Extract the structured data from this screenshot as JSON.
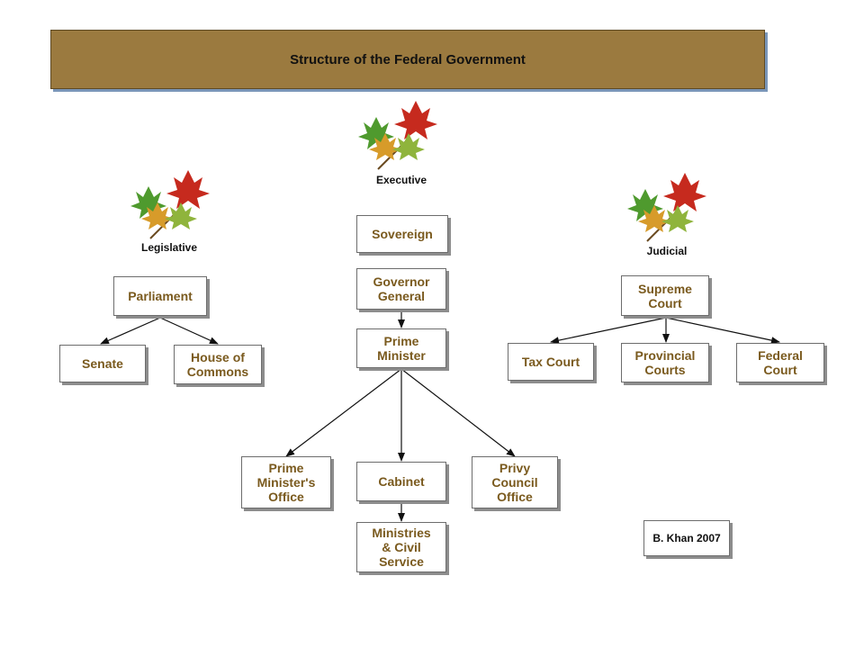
{
  "title": "Structure of the Federal Government",
  "colors": {
    "title_bar": "#9b7a3f",
    "node_text": "#7a5a1e",
    "leaf_red": "#c62a1e",
    "leaf_green": "#4f9a2e",
    "leaf_orange": "#d79b2a"
  },
  "branches": {
    "legislative": "Legislative",
    "executive": "Executive",
    "judicial": "Judicial"
  },
  "nodes": {
    "parliament": "Parliament",
    "senate": "Senate",
    "house_of_commons": "House of\nCommons",
    "sovereign": "Sovereign",
    "governor_general": "Governor\nGeneral",
    "prime_minister": "Prime\nMinister",
    "pmo": "Prime\nMinister's\nOffice",
    "cabinet": "Cabinet",
    "privy_council_office": "Privy\nCouncil\nOffice",
    "ministries": "Ministries\n& Civil\nService",
    "supreme_court": "Supreme\nCourt",
    "tax_court": "Tax Court",
    "provincial_courts": "Provincial\nCourts",
    "federal_court": "Federal\nCourt"
  },
  "credit": "B. Khan 2007",
  "icons": [
    "maple-leaf-cluster-icon"
  ]
}
